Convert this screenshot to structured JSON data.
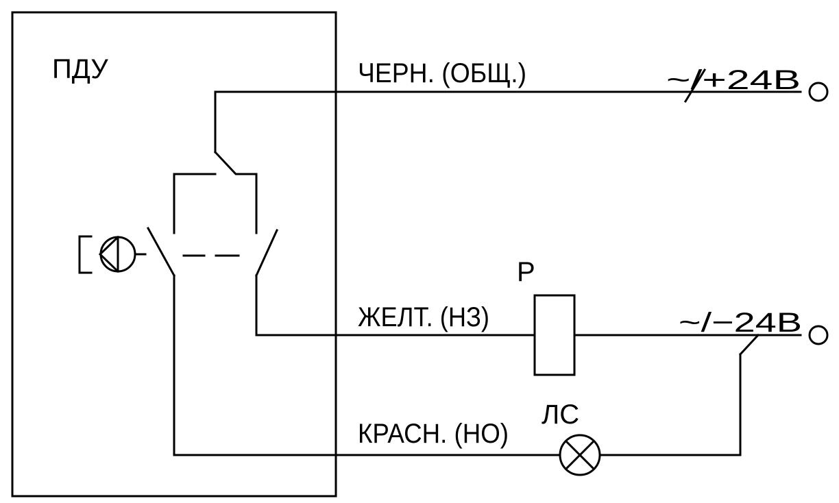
{
  "device_label": "ПДУ",
  "wires": {
    "black": "ЧЕРН. (ОБЩ.)",
    "yellow": "ЖЕЛТ. (НЗ)",
    "red": "КРАСН. (НО)"
  },
  "terminals": {
    "positive": "~/+24В",
    "negative": "~/−24В"
  },
  "components": {
    "relay": "Р",
    "lamp": "ЛС"
  }
}
